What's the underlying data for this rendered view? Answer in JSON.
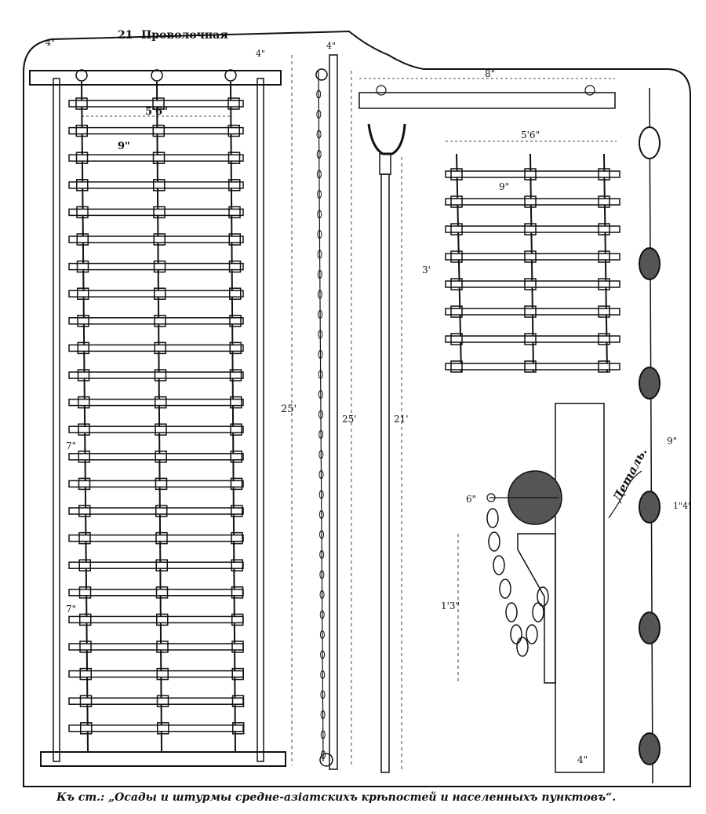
{
  "header": {
    "plate_number": "21",
    "title_fragment": "Проволочная"
  },
  "labels": {
    "rung_spacing_small": "9\"",
    "rung_spacing_main": "9\"",
    "top_width": "5'6\"",
    "left_top_dim": "4\"",
    "frame_dim": "4\"",
    "side_dim_top": "7\"",
    "side_dim_bottom": "7\"",
    "total_height": "25'",
    "chain_dim": "4\"",
    "chain_height": "25'",
    "pole_length": "21'",
    "pole_fork_width": "8\"",
    "small_ladder_width": "5'6\"",
    "small_ladder_spacing": "9\"",
    "small_ladder_height": "3'",
    "detail_title": "Деталь.",
    "detail_height": "1'3\"",
    "detail_hook": "6\"",
    "detail_pin": "4\"",
    "link_spacing": "9\"",
    "link_size": "1\"4\""
  },
  "caption": "Къ ст.: „Осады и штурмы средне-азіатскихъ крѣпостей и населенныхъ пунктовъ“."
}
